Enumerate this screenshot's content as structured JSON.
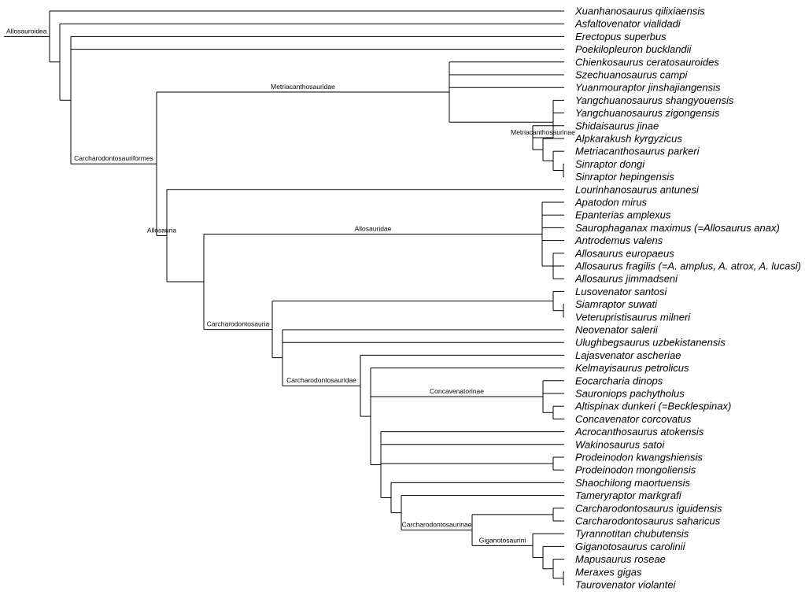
{
  "tree": {
    "node": "Allosauroidea",
    "children": [
      {
        "taxon": "Xuanhanosaurus qilixiaensis"
      },
      {
        "children": [
          {
            "taxon": "Asfaltovenator vialidadi"
          },
          {
            "children": [
              {
                "taxon": "Erectopus superbus"
              },
              {
                "taxon": "Poekilopleuron bucklandii"
              },
              {
                "node": "Carcharodontosauriformes",
                "children": [
                  {
                    "node": "Metriacanthosauridae",
                    "children": [
                      {
                        "taxon": "Chienkosaurus ceratosauroides"
                      },
                      {
                        "taxon": "Szechuanosaurus campi"
                      },
                      {
                        "taxon": "Yuanmouraptor jinshajiangensis"
                      },
                      {
                        "children": [
                          {
                            "children": [
                              {
                                "taxon": "Yangchuanosaurus shangyouensis"
                              },
                              {
                                "taxon": "Yangchuanosaurus zigongensis"
                              }
                            ]
                          },
                          {
                            "node": "Metriacanthosaurinae",
                            "children": [
                              {
                                "taxon": "Shidaisaurus jinae"
                              },
                              {
                                "children": [
                                  {
                                    "taxon": "Alpkarakush kyrgyzicus"
                                  },
                                  {
                                    "children": [
                                      {
                                        "taxon": "Metriacanthosaurus parkeri"
                                      },
                                      {
                                        "children": [
                                          {
                                            "taxon": "Sinraptor dongi"
                                          },
                                          {
                                            "taxon": "Sinraptor hepingensis"
                                          }
                                        ]
                                      }
                                    ]
                                  }
                                ]
                              }
                            ]
                          }
                        ]
                      }
                    ]
                  },
                  {
                    "node": "Allosauria",
                    "children": [
                      {
                        "taxon": "Lourinhanosaurus antunesi"
                      },
                      {
                        "children": [
                          {
                            "node": "Allosauridae",
                            "children": [
                              {
                                "taxon": "Apatodon mirus"
                              },
                              {
                                "taxon": "Epanterias amplexus"
                              },
                              {
                                "taxon": "Saurophaganax maximus (=Allosaurus anax)"
                              },
                              {
                                "taxon": "Antrodemus valens"
                              },
                              {
                                "children": [
                                  {
                                    "taxon": "Allosaurus europaeus"
                                  },
                                  {
                                    "taxon": "Allosaurus fragilis (=A. amplus, A. atrox, A. lucasi)"
                                  },
                                  {
                                    "taxon": "Allosaurus jimmadseni"
                                  }
                                ]
                              }
                            ]
                          },
                          {
                            "node": "Carcharodontosauria",
                            "children": [
                              {
                                "children": [
                                  {
                                    "taxon": "Lusovenator santosi"
                                  },
                                  {
                                    "children": [
                                      {
                                        "taxon": "Siamraptor suwati"
                                      },
                                      {
                                        "taxon": "Veterupristisaurus milneri"
                                      }
                                    ]
                                  }
                                ]
                              },
                              {
                                "children": [
                                  {
                                    "taxon": "Neovenator salerii"
                                  },
                                  {
                                    "taxon": "Ulughbegsaurus uzbekistanensis"
                                  },
                                  {
                                    "node": "Carcharodontosauridae",
                                    "children": [
                                      {
                                        "taxon": "Lajasvenator ascheriae"
                                      },
                                      {
                                        "children": [
                                          {
                                            "taxon": "Kelmayisaurus petrolicus"
                                          },
                                          {
                                            "node": "Concavenatorinae",
                                            "children": [
                                              {
                                                "taxon": "Eocarcharia dinops"
                                              },
                                              {
                                                "taxon": "Sauroniops pachytholus"
                                              },
                                              {
                                                "children": [
                                                  {
                                                    "taxon": "Altispinax dunkeri (=Becklespinax)"
                                                  },
                                                  {
                                                    "taxon": "Concavenator corcovatus"
                                                  }
                                                ]
                                              }
                                            ]
                                          },
                                          {
                                            "children": [
                                              {
                                                "taxon": "Acrocanthosaurus atokensis"
                                              },
                                              {
                                                "taxon": "Wakinosaurus satoi"
                                              },
                                              {
                                                "children": [
                                                  {
                                                    "taxon": "Prodeinodon kwangshiensis"
                                                  },
                                                  {
                                                    "taxon": "Prodeinodon mongoliensis"
                                                  }
                                                ]
                                              },
                                              {
                                                "children": [
                                                  {
                                                    "taxon": "Shaochilong maortuensis"
                                                  },
                                                  {
                                                    "children": [
                                                      {
                                                        "taxon": "Tameryraptor markgrafi"
                                                      },
                                                      {
                                                        "node": "Carcharodontosaurinae",
                                                        "children": [
                                                          {
                                                            "children": [
                                                              {
                                                                "taxon": "Carcharodontosaurus iguidensis"
                                                              },
                                                              {
                                                                "taxon": "Carcharodontosaurus saharicus"
                                                              }
                                                            ]
                                                          },
                                                          {
                                                            "node": "Giganotosaurini",
                                                            "children": [
                                                              {
                                                                "taxon": "Tyrannotitan chubutensis"
                                                              },
                                                              {
                                                                "children": [
                                                                  {
                                                                    "taxon": "Giganotosaurus carolinii"
                                                                  },
                                                                  {
                                                                    "children": [
                                                                      {
                                                                        "taxon": "Mapusaurus roseae"
                                                                      },
                                                                      {
                                                                        "children": [
                                                                          {
                                                                            "taxon": "Meraxes gigas"
                                                                          },
                                                                          {
                                                                            "taxon": "Taurovenator violantei"
                                                                          }
                                                                        ]
                                                                      }
                                                                    ]
                                                                  }
                                                                ]
                                                              }
                                                            ]
                                                          }
                                                        ]
                                                      }
                                                    ]
                                                  }
                                                ]
                                              }
                                            ]
                                          }
                                        ]
                                      }
                                    ]
                                  }
                                ]
                              }
                            ]
                          }
                        ]
                      }
                    ]
                  }
                ]
              }
            ]
          }
        ]
      }
    ]
  }
}
